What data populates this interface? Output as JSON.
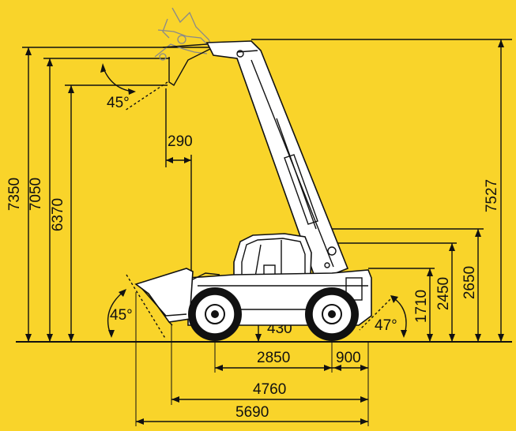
{
  "colors": {
    "background": "#f9d42a",
    "ink": "#111111",
    "machine_fill": "#ffffff",
    "ghost_attachment": "#8a8a8a"
  },
  "icons": [
    "telehandler-machine-icon",
    "pallet-fork-ghost-icon",
    "bucket-icon",
    "wheel-icon"
  ],
  "dimensions": {
    "h_7350": "7350",
    "h_7050": "7050",
    "h_6370": "6370",
    "angle_top": "45°",
    "reach_290": "290",
    "h_7527": "7527",
    "h_2650": "2650",
    "h_2450": "2450",
    "h_1710": "1710",
    "clearance_430": "430",
    "angle_front": "45°",
    "angle_rear": "47°",
    "wheelbase_2850": "2850",
    "rear_900": "900",
    "len_4760": "4760",
    "len_5690": "5690"
  }
}
